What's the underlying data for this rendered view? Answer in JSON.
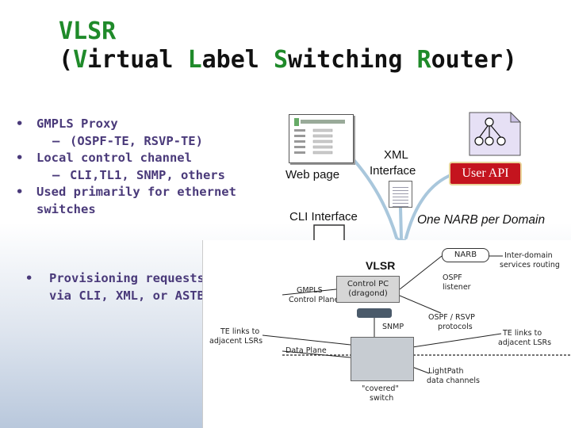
{
  "title": {
    "line1": "VLSR",
    "line2": {
      "open": "(",
      "v": "V",
      "v_rest": "irtual ",
      "l": "L",
      "l_rest": "abel ",
      "s": "S",
      "s_rest": "witching ",
      "r": "R",
      "r_rest": "outer)"
    }
  },
  "bullets": {
    "b1": "GMPLS Proxy",
    "b1_sub": "(OSPF-TE, RSVP-TE)",
    "b2": "Local control channel",
    "b2_sub": "CLI,TL1, SNMP, others",
    "b3": "Used primarily for ethernet",
    "b3_cont": "switches",
    "bullet_glyph": "•",
    "dash_glyph": "–"
  },
  "provisioning": {
    "line1": "Provisioning requests",
    "line2": "via CLI, XML, or ASTB"
  },
  "interfaces": {
    "web_page": "Web page",
    "xml_line1": "XML",
    "xml_line2": "Interface",
    "user_api": "User API",
    "cli": "CLI Interface",
    "narb_domain": "One NARB per Domain"
  },
  "diagram": {
    "vlsr": "VLSR",
    "narb": "NARB",
    "inter_domain1": "Inter-domain",
    "inter_domain2": "services routing",
    "gmpls1": "GMPLS",
    "gmpls2": "Control Plane",
    "cp1": "Control PC",
    "cp2": "(dragond)",
    "ospf1": "OSPF",
    "ospf2": "listener",
    "te_left1": "TE links to",
    "te_left2": "adjacent LSRs",
    "snmp": "SNMP",
    "rsvp1": "OSPF / RSVP",
    "rsvp2": "protocols",
    "te_right1": "TE links to",
    "te_right2": "adjacent LSRs",
    "data_plane": "Data Plane",
    "lightpath1": "LightPath",
    "lightpath2": "data channels",
    "covered1": "\"covered\"",
    "covered2": "switch"
  },
  "colors": {
    "title_accent": "#1f8a2a",
    "bullet_text": "#4a3a7a",
    "api_box": "#c4141e",
    "arrow": "#a9c7dc"
  }
}
